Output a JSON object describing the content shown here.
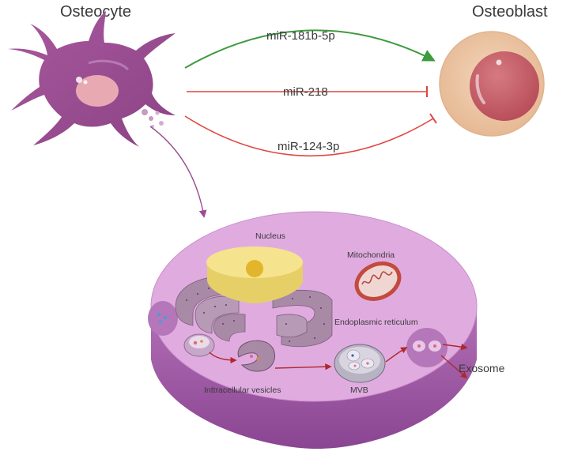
{
  "labels": {
    "osteocyte": "Osteocyte",
    "osteoblast": "Osteoblast",
    "mir_a": "miR-181b-5p",
    "mir_b": "miR-218",
    "mir_c": "miR-124-3p",
    "nucleus": "Nucleus",
    "mitochondria": "Mitochondria",
    "er": "Endoplasmic reticulum",
    "vesicles": "Inttracellular vesicles",
    "mvb": "MVB",
    "exosome": "Exosome"
  },
  "colors": {
    "promote_arrow": "#3e9a3e",
    "inhibit_arrow": "#e0463f",
    "osteocyte_body": "#9b4d93",
    "osteoblast_outer": "#edc7a4",
    "osteoblast_nucleus": "#c8606a",
    "cell_top": "#e0ace0",
    "cell_side": "#a25ca7",
    "nucleus": "#f6e38d",
    "flow_arrow": "#b0282a"
  }
}
